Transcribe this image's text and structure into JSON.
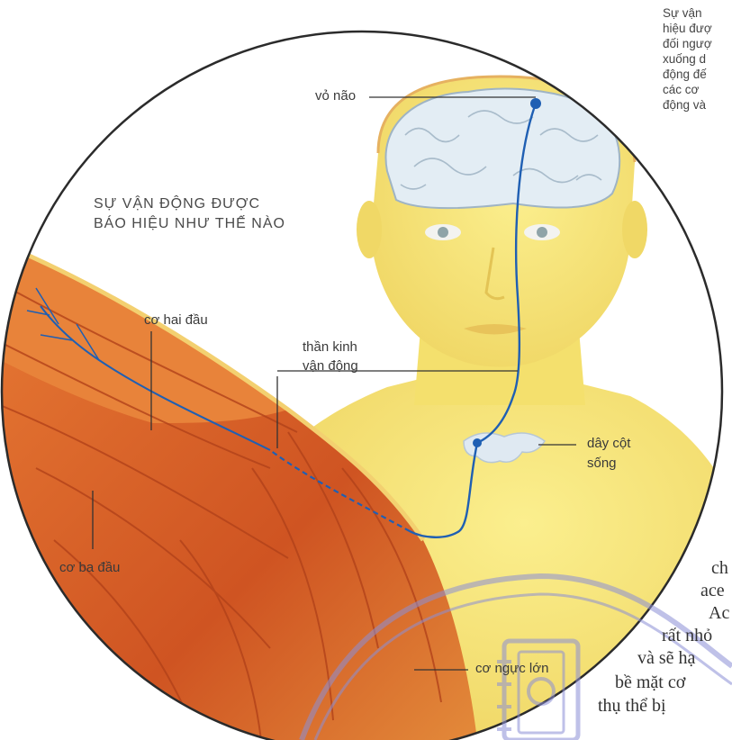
{
  "side_text": {
    "lines": [
      "Sự vận",
      "hiệu đượ",
      "đối ngượ",
      "xuống d",
      "động đế",
      "các cơ",
      "động và"
    ]
  },
  "diagram": {
    "title_line1": "SỰ VẬN ĐỘNG ĐƯỢC",
    "title_line2": "BÁO HIỆU NHƯ THẾ NÀO",
    "labels": {
      "cortex": "vỏ não",
      "biceps": "cơ hai đầu",
      "motor_nerve_1": "thần kinh",
      "motor_nerve_2": "vận động",
      "spinal_cord_1": "dây cột",
      "spinal_cord_2": "sống",
      "triceps": "cơ ba đầu",
      "pectoral": "cơ ngực lớn"
    }
  },
  "body_text": {
    "lines": [
      "ch",
      "ace",
      "Ac",
      "rất nhỏ",
      "và sẽ hạ",
      "bề mặt cơ",
      "thụ thể bị"
    ]
  },
  "colors": {
    "skin": "#f7e77a",
    "muscle": "#d9642a",
    "brain": "#dde9f1",
    "nerve": "#1f5fb3",
    "watermark": "#8c8fd6"
  }
}
